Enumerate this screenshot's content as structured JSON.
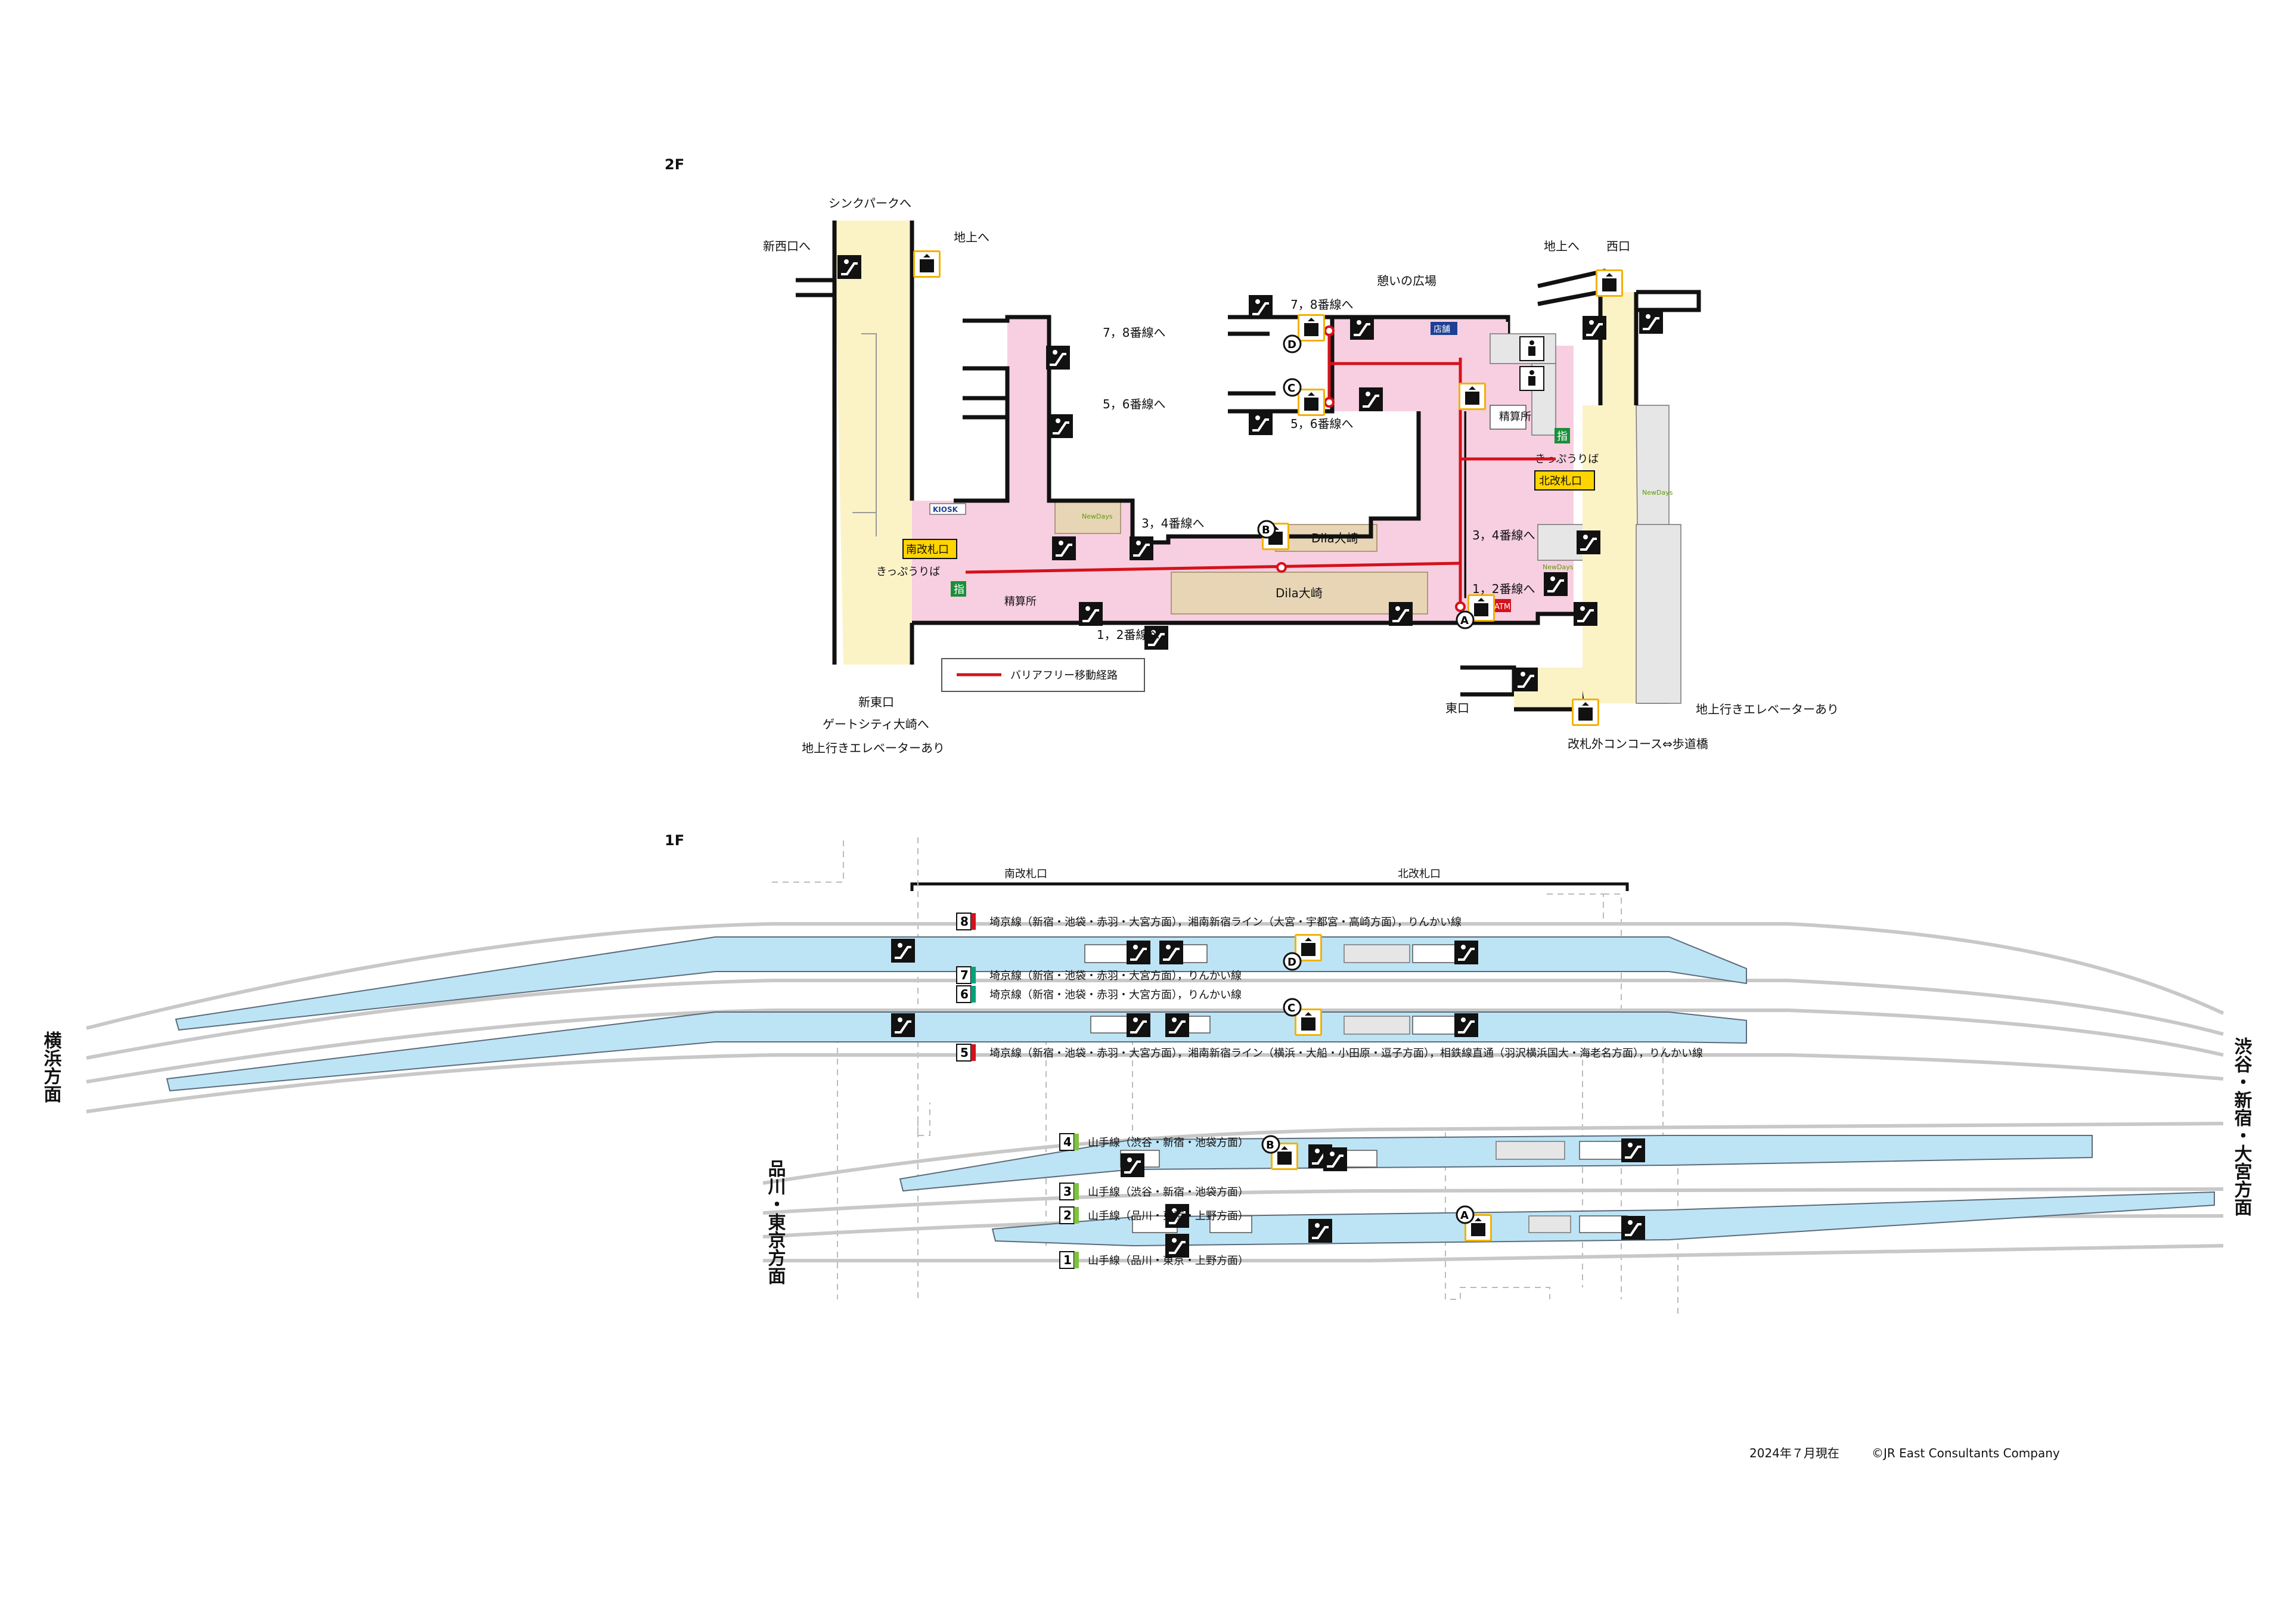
{
  "floors": {
    "upper": "2F",
    "lower": "1F"
  },
  "labels_2f": {
    "think_park": "シンクパークへ",
    "new_west_exit": "新西口へ",
    "to_ground_left": "地上へ",
    "to_ground_right": "地上へ",
    "west_exit": "西口",
    "plaza": "憩いの広場",
    "to_78_left": "7，8番線へ",
    "to_56_left": "5，6番線へ",
    "to_78_center": "7，8番線へ",
    "to_56_center": "5，6番線へ",
    "to_34_left": "3，4番線へ",
    "to_34_right": "3，4番線へ",
    "to_12_left": "1，2番線へ",
    "to_12_right": "1，2番線へ",
    "south_gate": "南改札口",
    "north_gate": "北改札口",
    "ticket_left": "きっぷうりば",
    "ticket_right": "きっぷうりば",
    "fare_left": "精算所",
    "fare_right": "精算所",
    "dila_upper": "Dila大崎",
    "dila_lower": "Dila大崎",
    "kiosk": "KIOSK",
    "shop_sign": "店舗",
    "atm": "ATM",
    "reserved": "指",
    "newdays": "NewDays",
    "east_exit": "東口",
    "new_east_exit": "新東口",
    "gate_city": "ゲートシティ大崎へ",
    "elevator_note_left": "地上行きエレベーターあり",
    "elevator_note_right": "地上行きエレベーターあり",
    "outer_concourse": "改札外コンコース⇔歩道橋",
    "legend": "バリアフリー移動経路"
  },
  "elevator_ids": [
    "A",
    "B",
    "C",
    "D"
  ],
  "labels_1f": {
    "south_gate": "南改札口",
    "north_gate": "北改札口",
    "dir_left": "横浜方面",
    "dir_right": "渋谷・新宿・大宮方面",
    "dir_mid": "品川・東京方面"
  },
  "tracks": [
    {
      "no": "8",
      "text": "埼京線（新宿・池袋・赤羽・大宮方面），湘南新宿ライン（大宮・宇都宮・高崎方面），りんかい線",
      "color": "#d4121c"
    },
    {
      "no": "7",
      "text": "埼京線（新宿・池袋・赤羽・大宮方面），りんかい線",
      "color": "#00a37a"
    },
    {
      "no": "6",
      "text": "埼京線（新宿・池袋・赤羽・大宮方面），りんかい線",
      "color": "#00a37a"
    },
    {
      "no": "5",
      "text": "埼京線（新宿・池袋・赤羽・大宮方面），湘南新宿ライン（横浜・大船・小田原・逗子方面），相鉄線直通（羽沢横浜国大・海老名方面），りんかい線",
      "color": "#d4121c"
    },
    {
      "no": "4",
      "text": "山手線（渋谷・新宿・池袋方面）",
      "color": "#80c241"
    },
    {
      "no": "3",
      "text": "山手線（渋谷・新宿・池袋方面）",
      "color": "#80c241"
    },
    {
      "no": "2",
      "text": "山手線（品川・東京・上野方面）",
      "color": "#80c241"
    },
    {
      "no": "1",
      "text": "山手線（品川・東京・上野方面）",
      "color": "#80c241"
    }
  ],
  "footer": {
    "date": "2024年７月現在",
    "copyright": "©JR East Consultants Company"
  },
  "colors": {
    "concourse": "#f7cfe0",
    "free_passage": "#fbf3c6",
    "platform": "#bde4f5",
    "barrier_free_route": "#d4121c",
    "gate": "#ffd400",
    "elevator_frame": "#f2b100"
  }
}
